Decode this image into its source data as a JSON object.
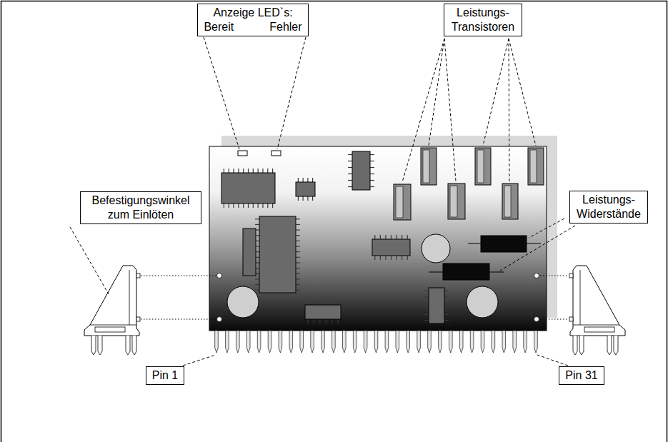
{
  "diagram": {
    "nodes": [
      {
        "text": [
          "Anzeige LED`s:",
          "Bereit",
          "Fehler"
        ]
      },
      {
        "text": [
          "Leistungs- Transistoren"
        ]
      },
      {
        "text": [
          "Befestigungswinkel zum Einlöten"
        ]
      },
      {
        "text": [
          "Leistungs- Widerstände"
        ]
      },
      {
        "text": [
          "Pin 1"
        ]
      },
      {
        "text": [
          "Pin 31"
        ]
      }
    ]
  }
}
